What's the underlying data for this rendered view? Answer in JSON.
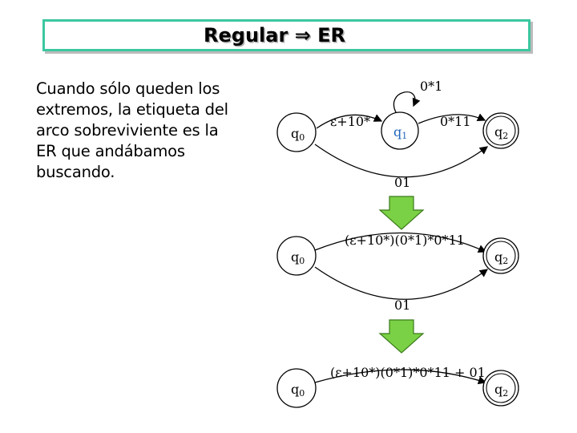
{
  "title": "Regular ⇒ ER",
  "explanation": "Cuando sólo queden los extremos, la etiqueta del arco sobreviviente es la ER que andábamos buscando.",
  "colors": {
    "title_border": "#3cc7a0",
    "arrow_fill": "#7bd145",
    "arrow_stroke": "#3a7a1a",
    "q1_label": "#2266bb"
  },
  "icons": {
    "down_arrow": "down-arrow-icon"
  },
  "automaton1": {
    "states": {
      "q0": "q",
      "q0_sub": "0",
      "q1": "q",
      "q1_sub": "1",
      "q2": "q",
      "q2_sub": "2"
    },
    "edges": {
      "loop_q1": "0*1",
      "q0_q1": "ε+10*",
      "q1_q2": "0*11",
      "q0_q2": "01"
    }
  },
  "automaton2": {
    "states": {
      "q0": "q",
      "q0_sub": "0",
      "q2": "q",
      "q2_sub": "2"
    },
    "edges": {
      "q0_q2_top": "(ε+10*)(0*1)*0*11",
      "q0_q2_bottom": "01"
    }
  },
  "automaton3": {
    "states": {
      "q0": "q",
      "q0_sub": "0",
      "q2": "q",
      "q2_sub": "2"
    },
    "edges": {
      "q0_q2": "(ε+10*)(0*1)*0*11 + 01"
    }
  }
}
